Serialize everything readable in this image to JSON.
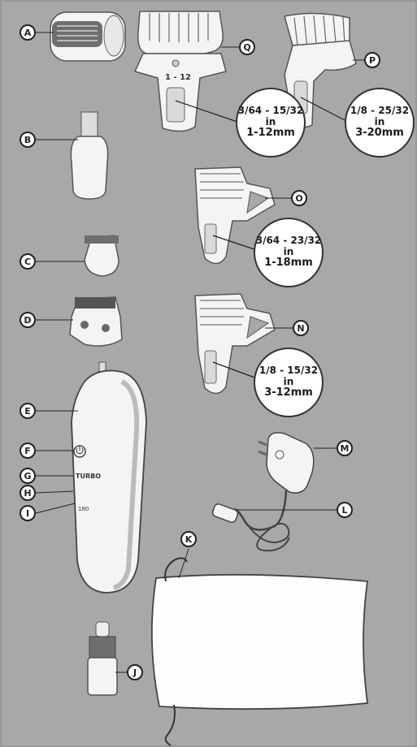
{
  "callouts": {
    "A": "A",
    "B": "B",
    "C": "C",
    "D": "D",
    "E": "E",
    "F": "F",
    "G": "G",
    "H": "H",
    "I": "I",
    "J": "J",
    "K": "K",
    "L": "L",
    "M": "M",
    "N": "N",
    "O": "O",
    "P": "P",
    "Q": "Q"
  },
  "ranges": {
    "Q": {
      "inch": "3/64 - 15/32 in",
      "mm": "1-12mm"
    },
    "P": {
      "inch": "1/8 - 25/32 in",
      "mm": "3-20mm"
    },
    "O": {
      "inch": "3/64 - 23/32 in",
      "mm": "1-18mm"
    },
    "N": {
      "inch": "1/8 - 15/32 in",
      "mm": "3-12mm"
    }
  },
  "comb_q_scale": "1 - 12",
  "handle": {
    "turbo": "TURBO",
    "lock_small": "180"
  }
}
